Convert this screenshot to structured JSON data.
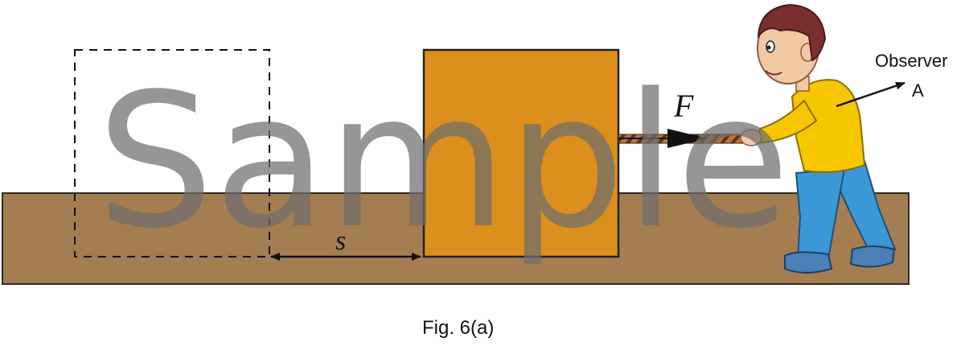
{
  "labels": {
    "force": "F",
    "displacement": "s",
    "observer_line1": "Observer",
    "observer_line2": "A"
  },
  "caption": "Fig. 6(a)",
  "watermark": "Sample",
  "colors": {
    "ground": "#a47d50",
    "block": "#dc8f1c",
    "rope": "#c0752f",
    "shirt": "#f6c600",
    "pants": "#3b98d6",
    "hair": "#7a2e2e",
    "skin": "#f3c9a5"
  },
  "icons": {
    "person": "boy-pulling-rope-icon"
  }
}
